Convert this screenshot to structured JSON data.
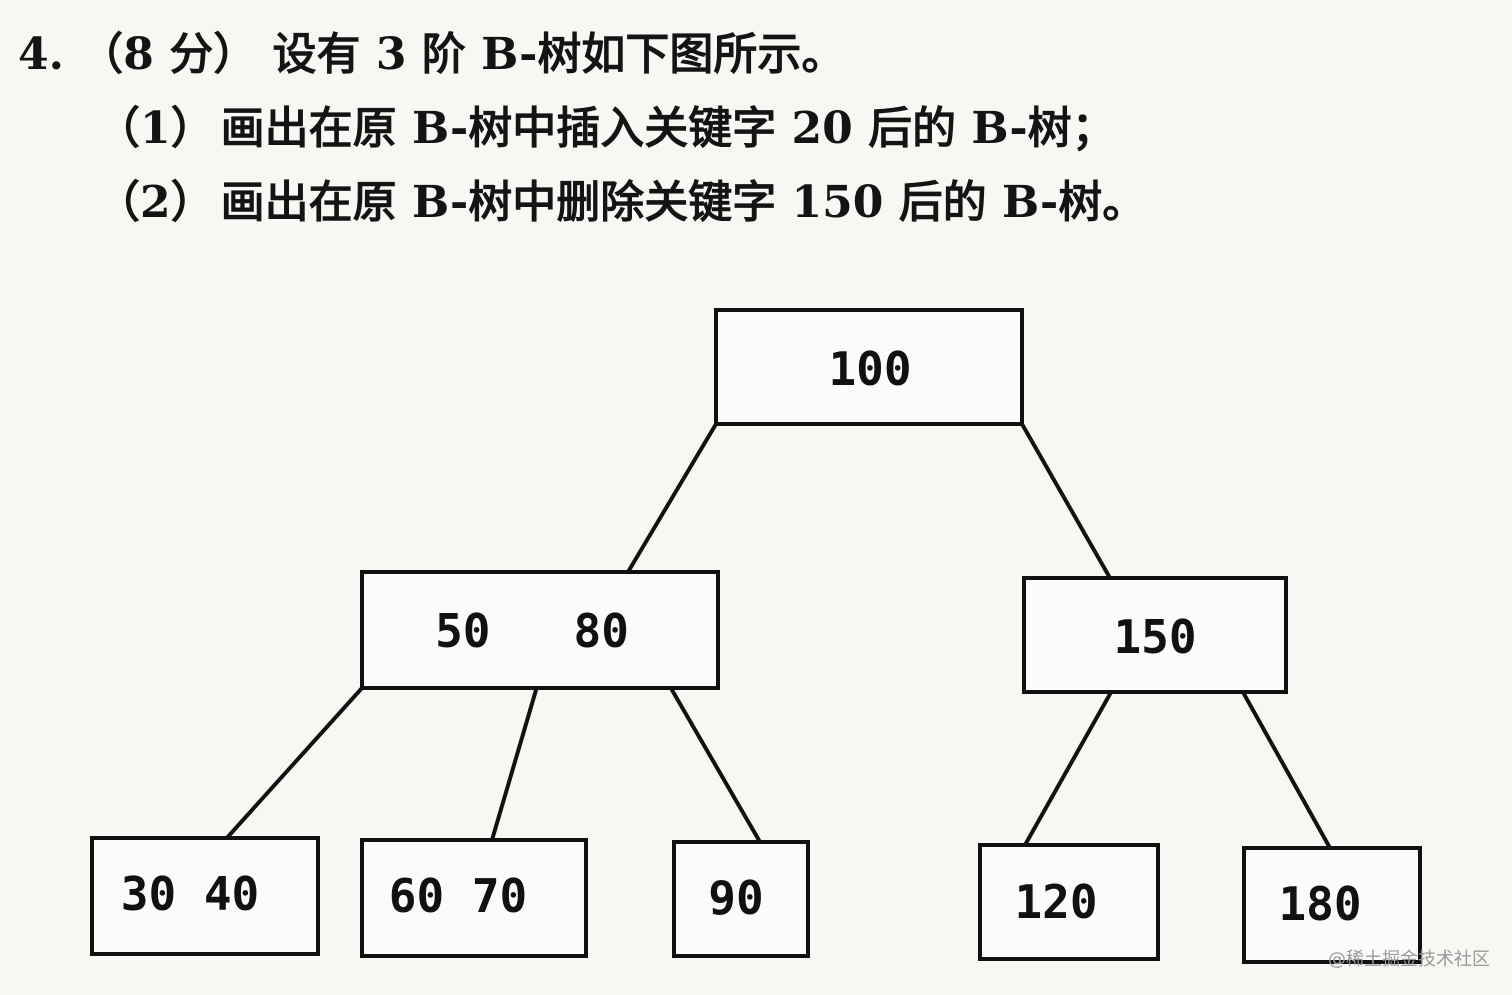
{
  "question": {
    "header": {
      "number": "4.",
      "points": "（8 分）",
      "text": "设有 3 阶 B-树如下图所示。"
    },
    "parts": [
      {
        "tag": "（1）",
        "text": "画出在原 B-树中插入关键字 20 后的 B-树；"
      },
      {
        "tag": "（2）",
        "text": "画出在原 B-树中删除关键字 150 后的 B-树。"
      }
    ]
  },
  "tree": {
    "root": {
      "label": "100"
    },
    "level1": [
      {
        "label": "50   80"
      },
      {
        "label": "150"
      }
    ],
    "leaves": [
      {
        "label": "30 40"
      },
      {
        "label": "60 70"
      },
      {
        "label": "90"
      },
      {
        "label": "120"
      },
      {
        "label": "180"
      }
    ]
  },
  "watermark": "@稀土掘金技术社区"
}
